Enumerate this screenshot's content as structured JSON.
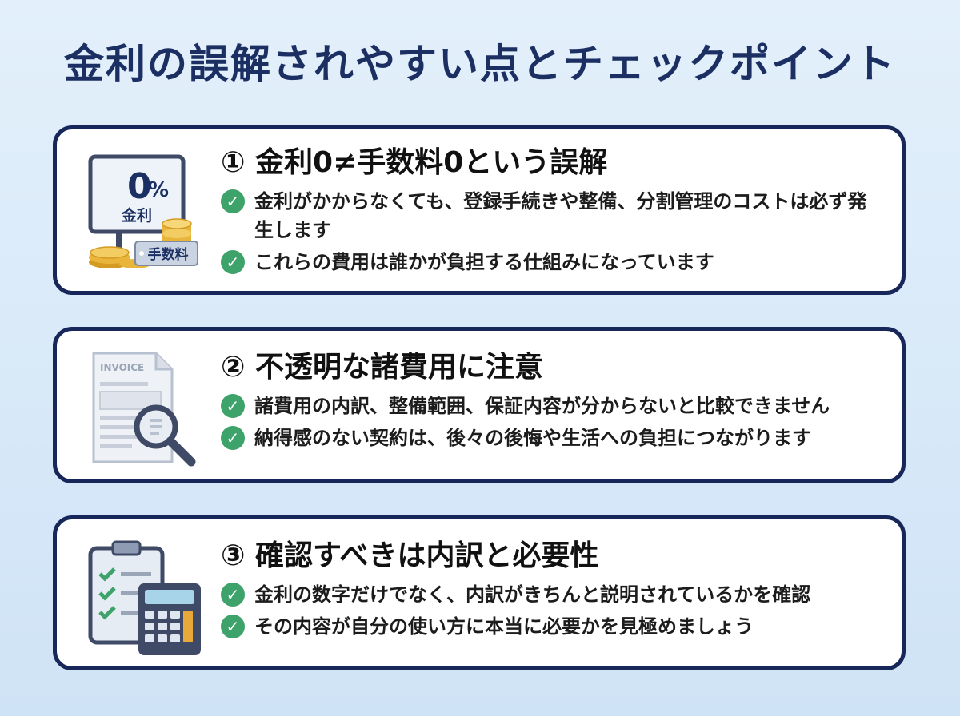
{
  "title": "金利の誤解されやすい点とチェックポイント",
  "cards": [
    {
      "number": "①",
      "heading": "金利0≠手数料0という誤解",
      "icon": {
        "name": "zero-percent-sign-coins-icon",
        "sign_big": "0",
        "sign_pct": "%",
        "sign_label": "金利",
        "tag_label": "手数料"
      },
      "points": [
        "金利がかからなくても、登録手続きや整備、分割管理のコストは必ず発生します",
        "これらの費用は誰かが負担する仕組みになっています"
      ]
    },
    {
      "number": "②",
      "heading": "不透明な諸費用に注意",
      "icon": {
        "name": "invoice-magnifier-icon",
        "doc_label": "INVOICE"
      },
      "points": [
        "諸費用の内訳、整備範囲、保証内容が分からないと比較できません",
        "納得感のない契約は、後々の後悔や生活への負担につながります"
      ]
    },
    {
      "number": "③",
      "heading": "確認すべきは内訳と必要性",
      "icon": {
        "name": "checklist-calculator-icon"
      },
      "points": [
        "金利の数字だけでなく、内訳がきちんと説明されているかを確認",
        "その内容が自分の使い方に本当に必要かを見極めましょう"
      ]
    }
  ],
  "colors": {
    "background": "#d6e8f8",
    "title": "#1b2f63",
    "card_border": "#17275a",
    "check": "#3ea36a",
    "coin": "#e8b53a",
    "calculator_key_accent": "#e9a93a"
  }
}
